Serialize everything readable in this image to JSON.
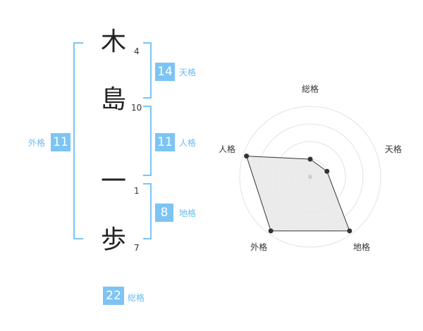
{
  "characters": [
    {
      "char": "木",
      "strokes": "4"
    },
    {
      "char": "島",
      "strokes": "10"
    },
    {
      "char": "一",
      "strokes": "1"
    },
    {
      "char": "歩",
      "strokes": "7"
    }
  ],
  "fortunes": {
    "tenkaku": {
      "value": "14",
      "label": "天格"
    },
    "jinkaku": {
      "value": "11",
      "label": "人格"
    },
    "chikaku": {
      "value": "8",
      "label": "地格"
    },
    "gaikaku": {
      "value": "11",
      "label": "外格"
    },
    "soukaku": {
      "value": "22",
      "label": "総格"
    }
  },
  "chart_data": {
    "type": "radar",
    "axes": [
      "総格",
      "天格",
      "地格",
      "外格",
      "人格"
    ],
    "values": [
      0.25,
      0.25,
      0.95,
      0.95,
      0.95
    ],
    "rings": 4,
    "color": "#333333",
    "fill": "#e8e8e8"
  }
}
